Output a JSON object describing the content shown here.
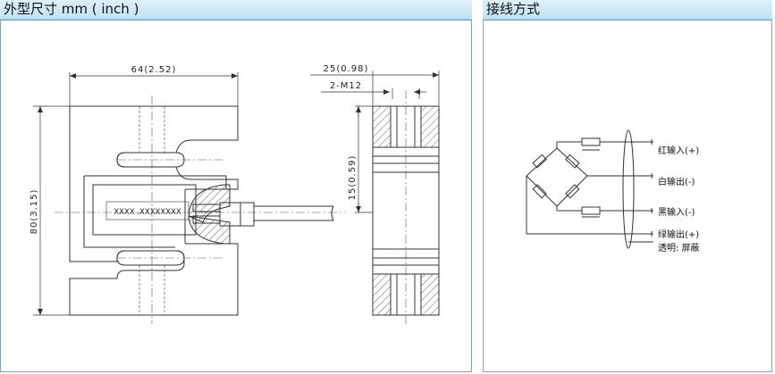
{
  "panels": {
    "dimensions": {
      "title": "外型尺寸 mm ( inch )"
    },
    "wiring": {
      "title": "接线方式"
    }
  },
  "drawing": {
    "width_label": "64(2.52)",
    "height_label": "80(3.15)",
    "thickness_label": "25(0.98)",
    "thread_label": "2-M12",
    "offset_label": "15(0.59)",
    "plate_text": "XXXX .XXXXXXXX"
  },
  "wiring": {
    "red_label": "红输入(+)",
    "white_label": "白输出(-)",
    "black_label": "黑输入(-)",
    "green_label": "绿输出(+)",
    "shield_label": "透明: 屏蔽"
  }
}
